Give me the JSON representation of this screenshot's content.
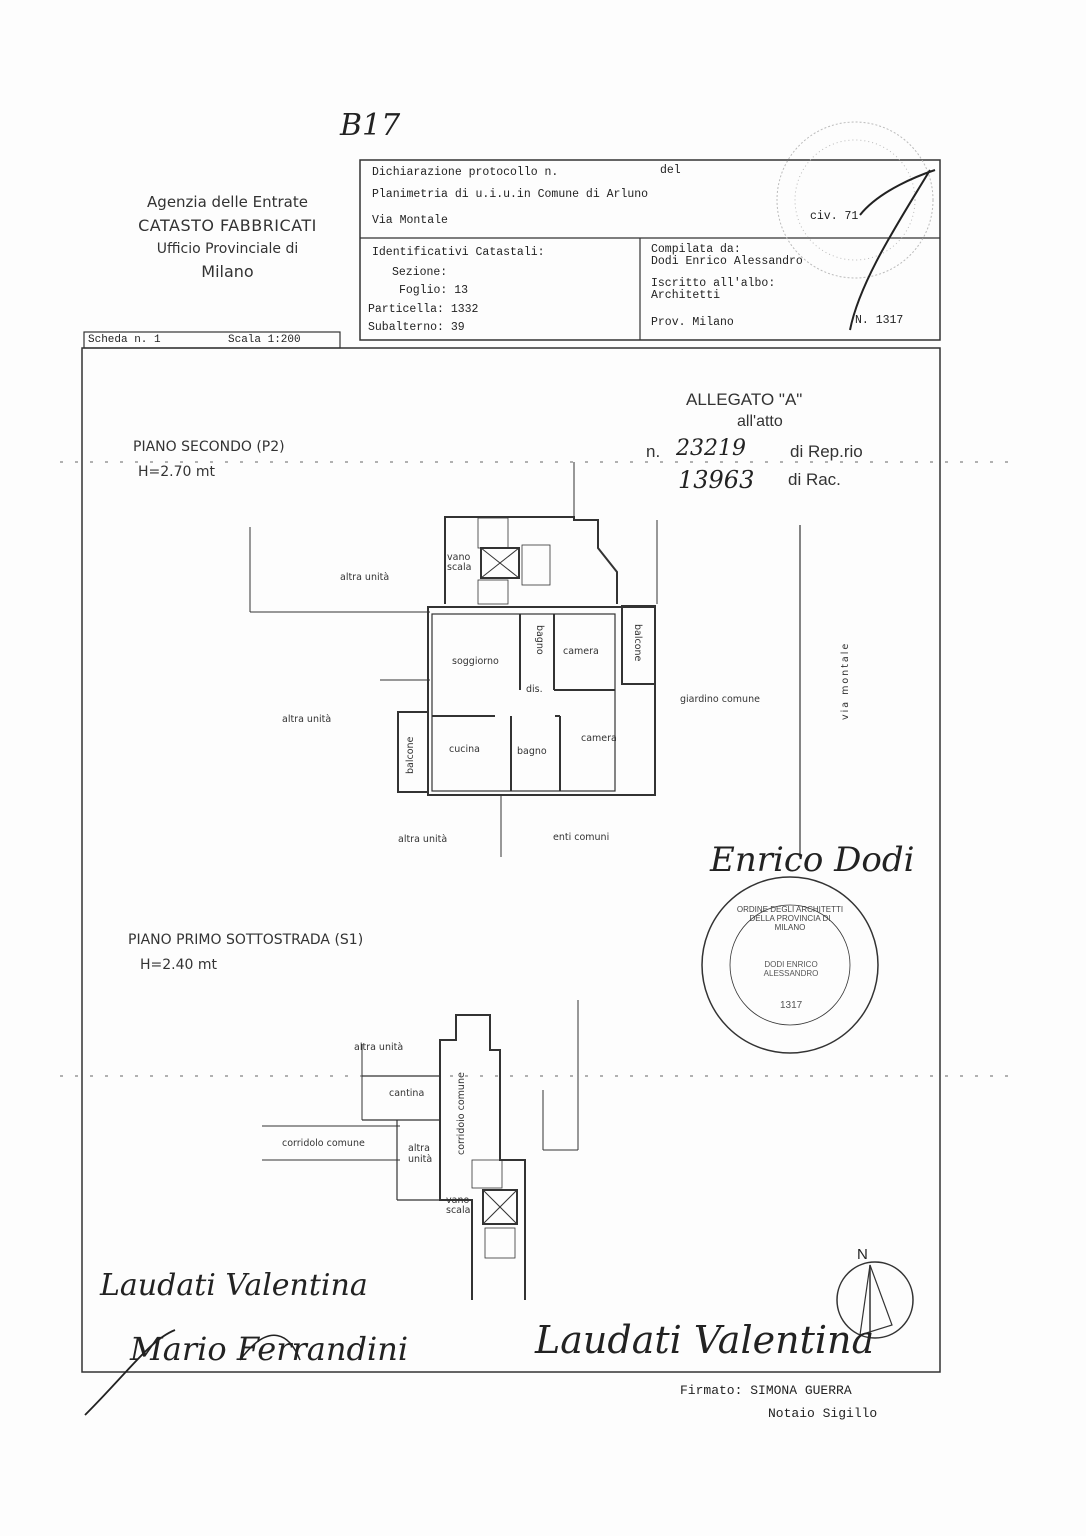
{
  "handwritten_ref": "B17",
  "agency": {
    "line1": "Agenzia delle Entrate",
    "line2": "CATASTO FABBRICATI",
    "line3": "Ufficio Provinciale di",
    "line4": "Milano"
  },
  "header": {
    "declaration": "Dichiarazione protocollo n.",
    "date_label": "del",
    "plan": "Planimetria di u.i.u.in Comune di Arluno",
    "street": "Via Montale",
    "civic": "civ. 71",
    "ids_title": "Identificativi Catastali:",
    "sezione": "Sezione:",
    "foglio": "Foglio: 13",
    "particella": "Particella: 1332",
    "subalterno": "Subalterno: 39",
    "compiled_label": "Compilata da:",
    "compiled_name": "Dodi Enrico Alessandro",
    "registered_label": "Iscritto all'albo:",
    "registered_value": "Architetti",
    "province": "Prov. Milano",
    "number": "N. 1317"
  },
  "sheet": {
    "scheda": "Scheda n. 1",
    "scala": "Scala 1:200"
  },
  "allegato": {
    "line1": "ALLEGATO \"A\"",
    "line2": "all'atto",
    "rep_prefix": "n.",
    "rep_number": "23219",
    "rep_suffix": "di Rep.rio",
    "rac_number": "13963",
    "rac_suffix": "di Rac."
  },
  "floor_p2": {
    "title": "PIANO SECONDO (P2)",
    "height": "H=2.70 mt",
    "labels": {
      "altra_unita_top": "altra unità",
      "vano_scala": "vano scala",
      "soggiorno": "soggiorno",
      "bagno1": "bagno",
      "camera1": "camera",
      "balcone1": "balcone",
      "dis": "dis.",
      "altra_unita_left": "altra unità",
      "cucina": "cucina",
      "bagno2": "bagno",
      "camera2": "camera",
      "balcone2": "balcone",
      "giardino": "giardino comune",
      "via_montale": "via montale",
      "altra_unita_bottom": "altra unità",
      "enti_comuni": "enti comuni"
    }
  },
  "floor_s1": {
    "title": "PIANO PRIMO SOTTOSTRADA (S1)",
    "height": "H=2.40 mt",
    "labels": {
      "altra_unita_top": "altra unità",
      "cantina": "cantina",
      "corridoio_h": "corridolo comune",
      "corridoio_v": "corridoio comune",
      "altra_unita": "altra unità",
      "vano_scala": "vano scala"
    }
  },
  "north": "N",
  "stamp": {
    "ring": "ORDINE DEGLI ARCHITETTI DELLA PROVINCIA DI MILANO",
    "name": "DODI ENRICO ALESSANDRO",
    "number": "1317"
  },
  "signatures": {
    "architect": "Enrico Dodi",
    "sig1": "Laudati Valentina",
    "sig2": "Mario Ferrandini",
    "sig3": "Laudati Valentina"
  },
  "footer": {
    "signed": "Firmato: SIMONA GUERRA",
    "notary": "Notaio Sigillo"
  }
}
